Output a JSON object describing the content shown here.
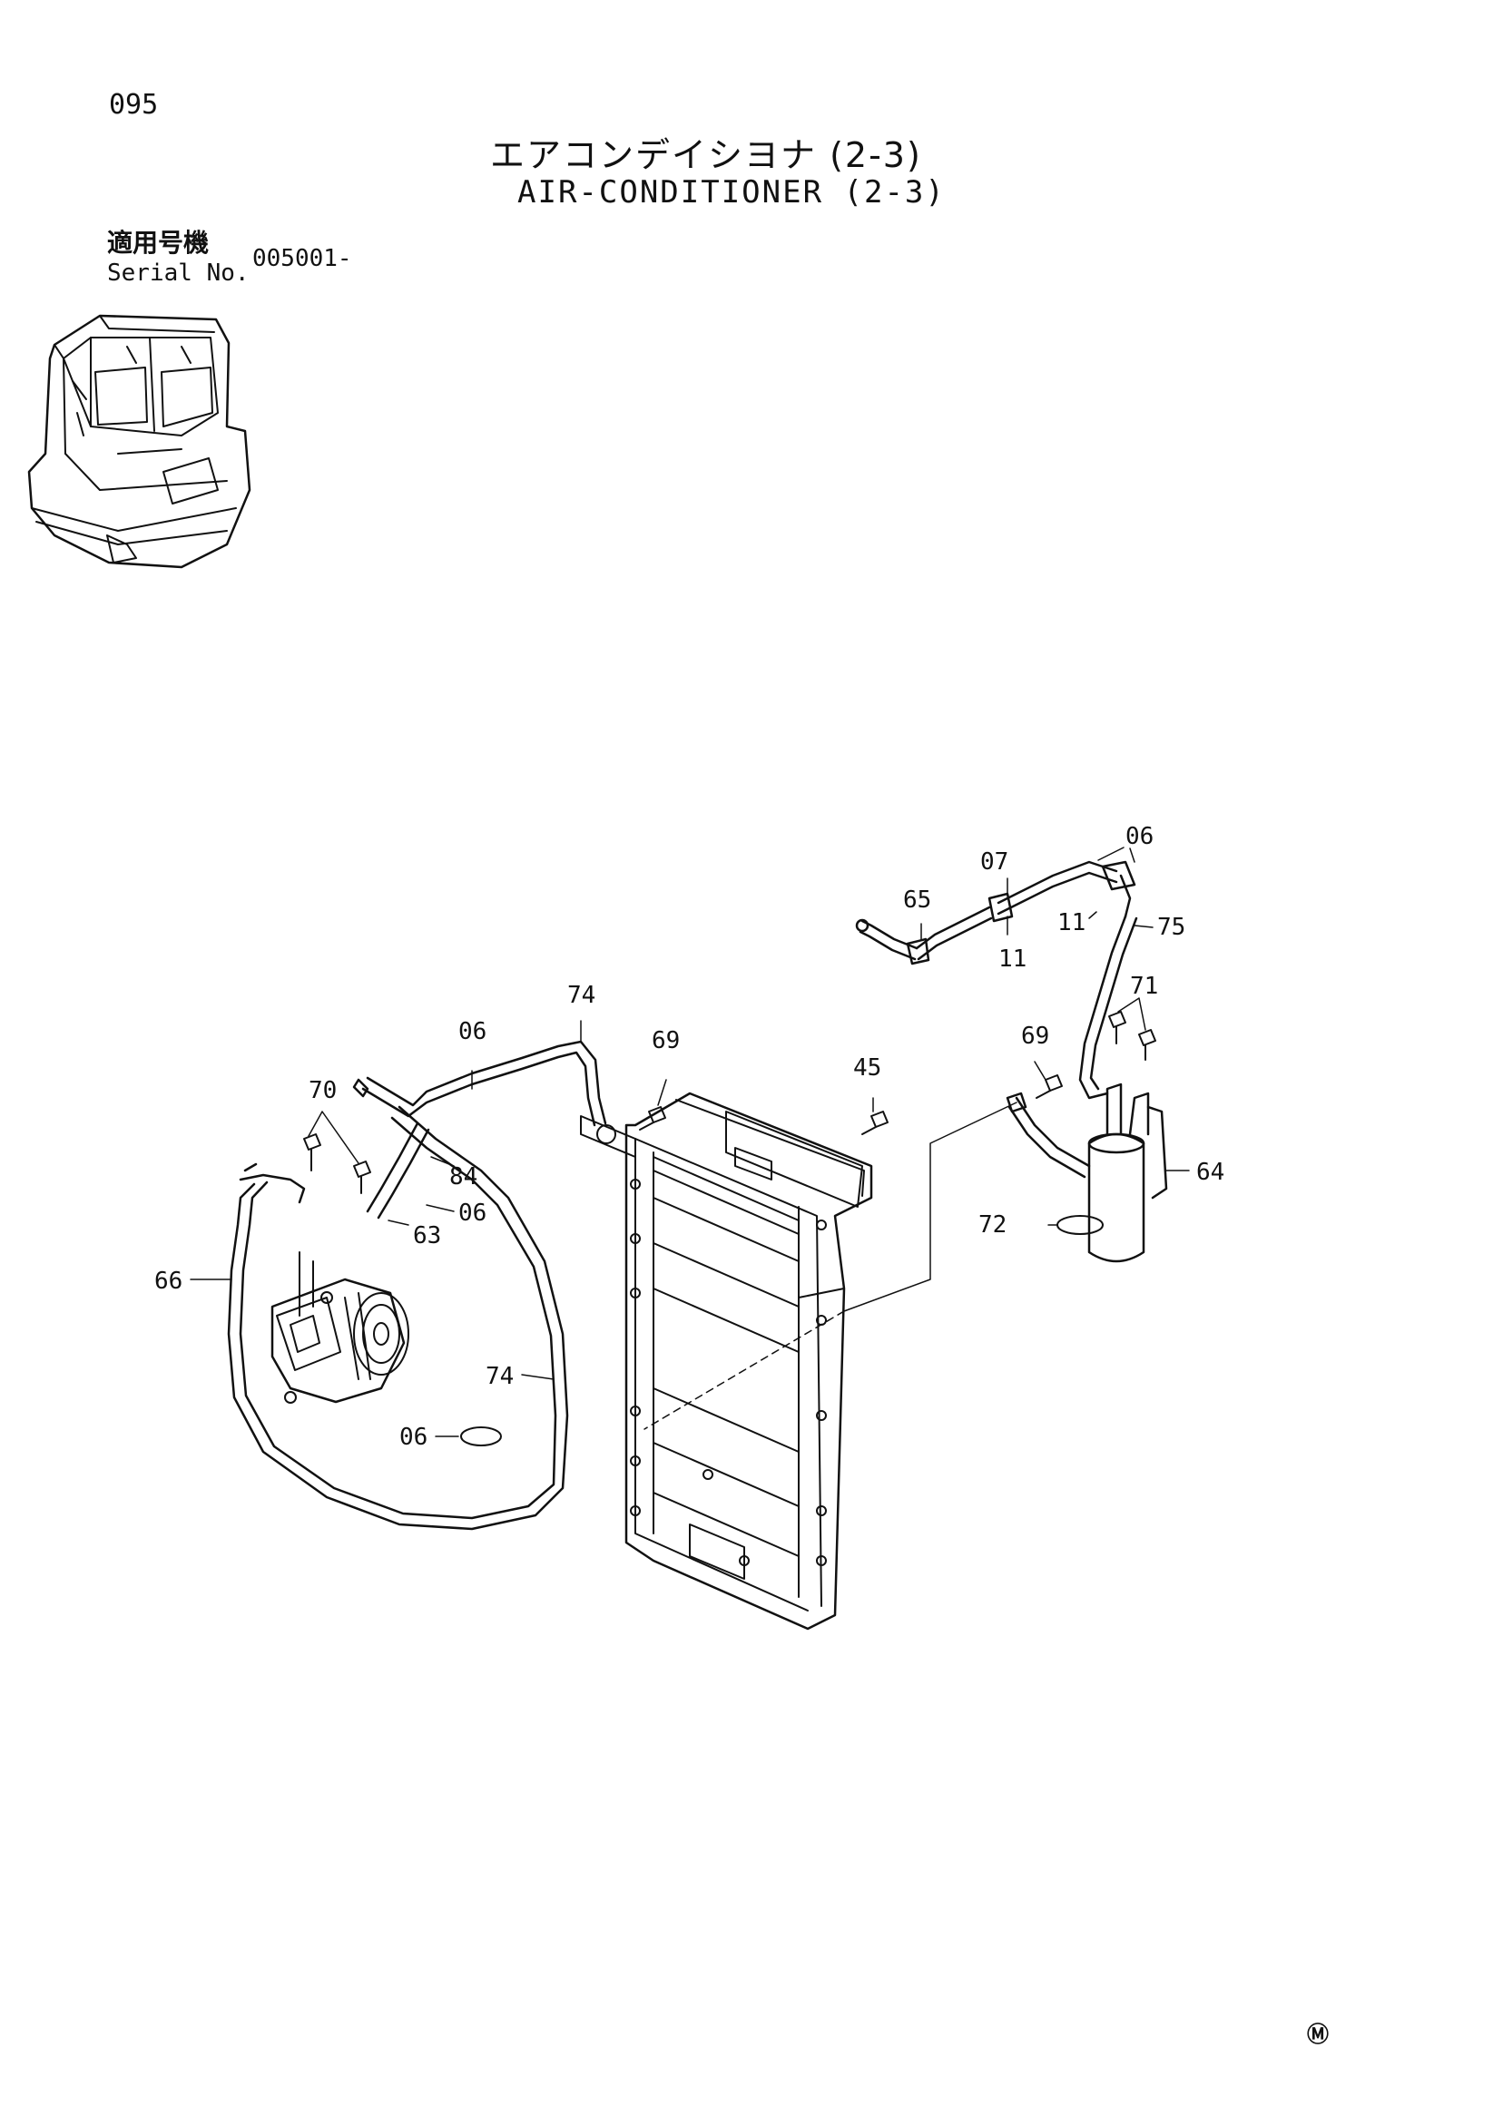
{
  "page_number": "095",
  "title_jp": "エアコンデイシヨナ (2-3)",
  "title_en": "AIR-CONDITIONER (2-3)",
  "serial": {
    "label_jp": "適用号機",
    "label_en": "Serial No.",
    "value": "005001-"
  },
  "callouts": {
    "c06_top": "06",
    "c07": "07",
    "c65": "65",
    "c11_a": "11",
    "c11_b": "11",
    "c75": "75",
    "c71": "71",
    "c69_right": "69",
    "c64": "64",
    "c72": "72",
    "c45": "45",
    "c69_mid": "69",
    "c74_top": "74",
    "c06_mid": "06",
    "c70": "70",
    "c84": "84",
    "c06_hose": "06",
    "c63": "63",
    "c66": "66",
    "c74_low": "74",
    "c06_clamp": "06"
  },
  "mark": "Ⓜ"
}
